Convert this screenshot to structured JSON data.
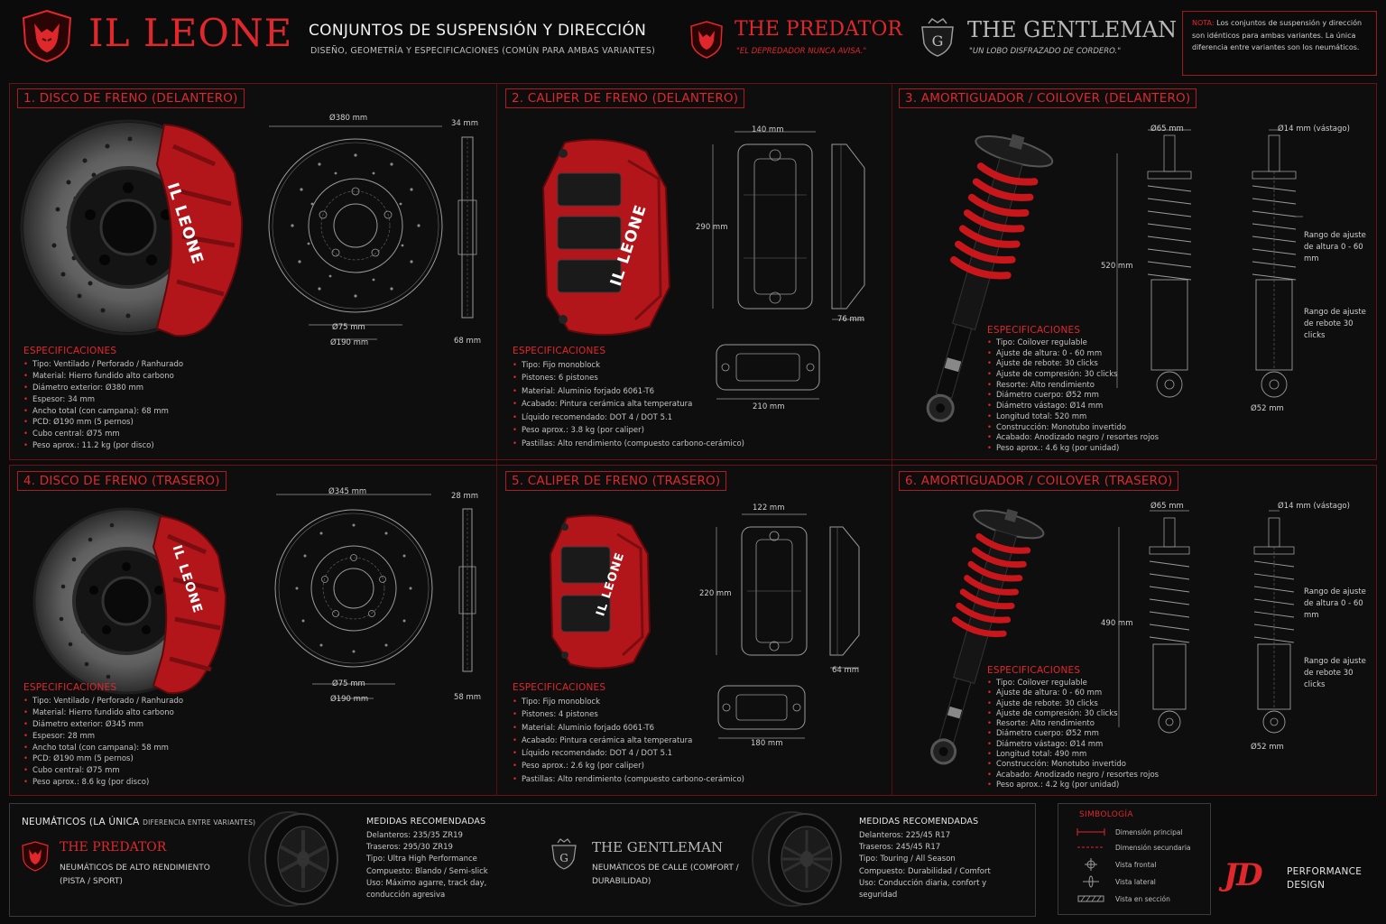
{
  "header": {
    "brand": "IL LEONE",
    "title": "CONJUNTOS DE SUSPENSIÓN Y DIRECCIÓN",
    "subtitle": "DISEÑO, GEOMETRÍA Y ESPECIFICACIONES (COMÚN PARA AMBAS VARIANTES)",
    "predator_name": "THE PREDATOR",
    "predator_tagline": "\"EL DEPREDADOR NUNCA AVISA.\"",
    "gentleman_name": "THE GENTLEMAN",
    "gentleman_tagline": "\"UN LOBO DISFRAZADO DE CORDERO.\"",
    "note_label": "NOTA:",
    "note_text": "Los conjuntos de suspensión y dirección son idénticos para ambas variantes. La única diferencia entre variantes son los neumáticos."
  },
  "sections": {
    "s1": {
      "title": "1. DISCO DE FRENO (DELANTERO)",
      "dims": {
        "diameter": "Ø380 mm",
        "width": "34 mm",
        "hub": "Ø75 mm",
        "pcd": "Ø190 mm",
        "total": "68 mm"
      },
      "specs_title": "ESPECIFICACIONES",
      "specs": [
        "Tipo: Ventilado / Perforado / Ranhurado",
        "Material: Hierro fundido alto carbono",
        "Diámetro exterior: Ø380 mm",
        "Espesor: 34 mm",
        "Ancho total (con campana): 68 mm",
        "PCD: Ø190 mm (5 pernos)",
        "Cubo central: Ø75 mm",
        "Peso aprox.: 11.2 kg (por disco)"
      ],
      "caliper_text": "IL LEONE"
    },
    "s2": {
      "title": "2. CALIPER DE FRENO (DELANTERO)",
      "dims": {
        "width": "140 mm",
        "height": "290 mm",
        "depth": "76 mm",
        "bottom": "210 mm"
      },
      "specs_title": "ESPECIFICACIONES",
      "specs": [
        "Tipo: Fijo monoblock",
        "Pistones: 6 pistones",
        "Material: Aluminio forjado 6061-T6",
        "Acabado: Pintura cerámica alta temperatura",
        "Líquido recomendado: DOT 4 / DOT 5.1",
        "Peso aprox.: 3.8 kg (por caliper)",
        "Pastillas: Alto rendimiento (compuesto carbono-cerámico)"
      ],
      "caliper_text": "IL LEONE"
    },
    "s3": {
      "title": "3. AMORTIGUADOR / COILOVER (DELANTERO)",
      "dims": {
        "body": "Ø65 mm",
        "rod": "Ø14 mm (vástago)",
        "length": "520 mm",
        "bottom": "Ø52 mm",
        "range_height": "Rango de ajuste de altura 0 - 60 mm",
        "range_rebound": "Rango de ajuste de rebote 30 clicks"
      },
      "specs_title": "ESPECIFICACIONES",
      "specs": [
        "Tipo: Coilover regulable",
        "Ajuste de altura: 0 - 60 mm",
        "Ajuste de rebote: 30 clicks",
        "Ajuste de compresión: 30 clicks",
        "Resorte: Alto rendimiento",
        "Diámetro cuerpo: Ø52 mm",
        "Diámetro vástago: Ø14 mm",
        "Longitud total: 520 mm",
        "Construcción: Monotubo invertido",
        "Acabado: Anodizado negro / resortes rojos",
        "Peso aprox.: 4.6 kg (por unidad)"
      ]
    },
    "s4": {
      "title": "4. DISCO DE FRENO (TRASERO)",
      "dims": {
        "diameter": "Ø345 mm",
        "width": "28 mm",
        "hub": "Ø75 mm",
        "pcd": "Ø190 mm",
        "total": "58 mm"
      },
      "specs_title": "ESPECIFICACIONES",
      "specs": [
        "Tipo: Ventilado / Perforado / Ranhurado",
        "Material: Hierro fundido alto carbono",
        "Diámetro exterior: Ø345 mm",
        "Espesor: 28 mm",
        "Ancho total (con campana): 58 mm",
        "PCD: Ø190 mm (5 pernos)",
        "Cubo central: Ø75 mm",
        "Peso aprox.: 8.6 kg (por disco)"
      ],
      "caliper_text": "IL LEONE"
    },
    "s5": {
      "title": "5. CALIPER DE FRENO (TRASERO)",
      "dims": {
        "width": "122 mm",
        "height": "220 mm",
        "depth": "64 mm",
        "bottom": "180 mm"
      },
      "specs_title": "ESPECIFICACIONES",
      "specs": [
        "Tipo: Fijo monoblock",
        "Pistones: 4 pistones",
        "Material: Aluminio forjado 6061-T6",
        "Acabado: Pintura cerámica alta temperatura",
        "Líquido recomendado: DOT 4 / DOT 5.1",
        "Peso aprox.: 2.6 kg (por caliper)",
        "Pastillas: Alto rendimiento (compuesto carbono-cerámico)"
      ],
      "caliper_text": "IL LEONE"
    },
    "s6": {
      "title": "6. AMORTIGUADOR / COILOVER (TRASERO)",
      "dims": {
        "body": "Ø65 mm",
        "rod": "Ø14 mm (vástago)",
        "length": "490 mm",
        "bottom": "Ø52 mm",
        "range_height": "Rango de ajuste de altura 0 - 60 mm",
        "range_rebound": "Rango de ajuste de rebote 30 clicks"
      },
      "specs_title": "ESPECIFICACIONES",
      "specs": [
        "Tipo: Coilover regulable",
        "Ajuste de altura: 0 - 60 mm",
        "Ajuste de rebote: 30 clicks",
        "Ajuste de compresión: 30 clicks",
        "Resorte: Alto rendimiento",
        "Diámetro cuerpo: Ø52 mm",
        "Diámetro vástago: Ø14 mm",
        "Longitud total: 490 mm",
        "Construcción: Monotubo invertido",
        "Acabado: Anodizado negro / resortes rojos",
        "Peso aprox.: 4.2 kg (por unidad)"
      ]
    }
  },
  "tires": {
    "heading_main": "NEUMÁTICOS (LA ÚNICA",
    "heading_small": "DIFERENCIA ENTRE VARIANTES)",
    "predator": {
      "name": "THE PREDATOR",
      "desc": "NEUMÁTICOS DE ALTO RENDIMIENTO (PISTA / SPORT)",
      "measures_title": "MEDIDAS RECOMENDADAS",
      "measures": [
        "Delanteros: 235/35 ZR19",
        "Traseros: 295/30 ZR19",
        "Tipo: Ultra High Performance",
        "Compuesto: Blando / Semi-slick",
        "Uso: Máximo agarre, track day, conducción agresiva"
      ]
    },
    "gentleman": {
      "name": "THE GENTLEMAN",
      "desc": "NEUMÁTICOS DE CALLE (COMFORT / DURABILIDAD)",
      "measures_title": "MEDIDAS RECOMENDADAS",
      "measures": [
        "Delanteros: 225/45 R17",
        "Traseros: 245/45 R17",
        "Tipo: Touring / All Season",
        "Compuesto: Durabilidad / Comfort",
        "Uso: Conducción diaria, confort y seguridad"
      ]
    }
  },
  "legend": {
    "title": "SIMBOLOGÍA",
    "items": [
      "Dimensión principal",
      "Dimensión secundaria",
      "Vista frontal",
      "Vista lateral",
      "Vista en sección"
    ]
  },
  "footer_brand": {
    "logo": "JD",
    "line1": "PERFORMANCE",
    "line2": "DESIGN"
  },
  "colors": {
    "accent": "#e0272b",
    "background": "#0b0b0c",
    "panel_border": "#6b1214"
  }
}
